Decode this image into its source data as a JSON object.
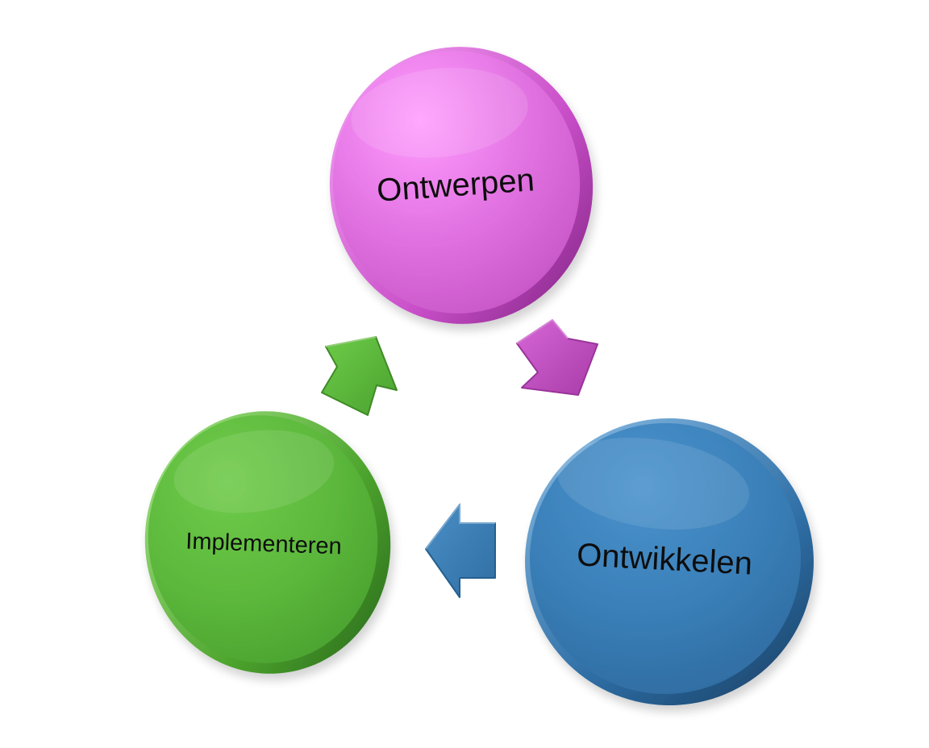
{
  "nodes": [
    {
      "id": "ontwerpen",
      "label": "Ontwerpen",
      "color": "#e070e0"
    },
    {
      "id": "ontwikkelen",
      "label": "Ontwikkelen",
      "color": "#3a7fb8"
    },
    {
      "id": "implementeren",
      "label": "Implementeren",
      "color": "#5cb83c"
    }
  ],
  "arrows": [
    {
      "from": "ontwerpen",
      "to": "ontwikkelen",
      "color": "#c250c2"
    },
    {
      "from": "ontwikkelen",
      "to": "implementeren",
      "color": "#3a7fb8"
    },
    {
      "from": "implementeren",
      "to": "ontwerpen",
      "color": "#5cb83c"
    }
  ]
}
